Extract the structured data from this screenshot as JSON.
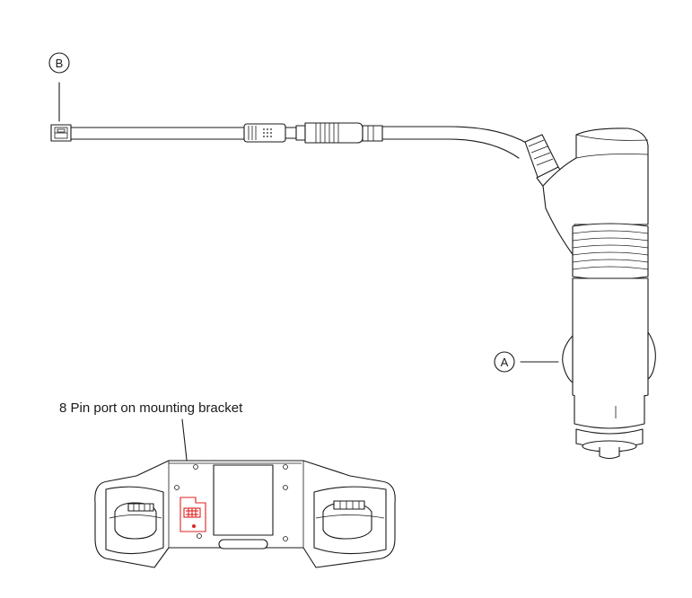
{
  "callouts": {
    "a": "A",
    "b": "B"
  },
  "bracket_label": "8 Pin port on mounting bracket",
  "colors": {
    "line": "#1a1a1a",
    "highlight": "#e02020",
    "background": "#ffffff"
  }
}
